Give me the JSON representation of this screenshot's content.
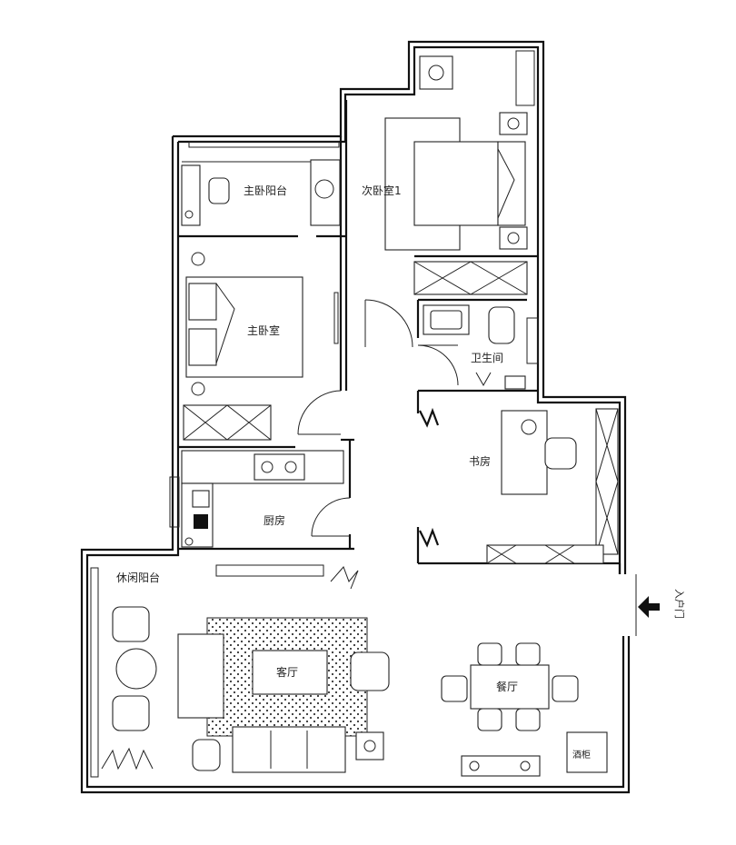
{
  "rooms": {
    "master_balcony": "主卧阳台",
    "second_bedroom": "次卧室1",
    "master_bedroom": "主卧室",
    "bathroom": "卫生间",
    "study": "书房",
    "kitchen": "厨房",
    "leisure_balcony": "休闲阳台",
    "living_room": "客厅",
    "dining_room": "餐厅",
    "cabinet": "酒柜",
    "entrance": "入户门"
  }
}
